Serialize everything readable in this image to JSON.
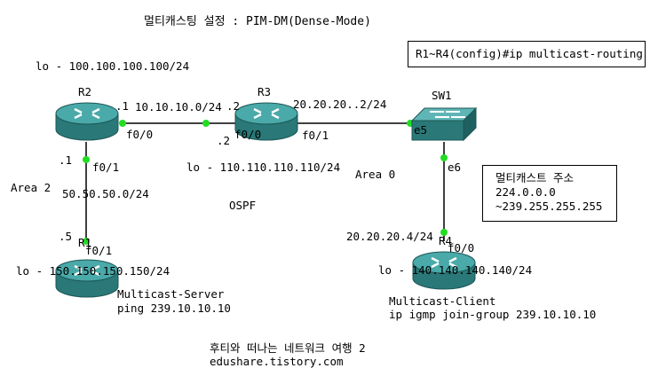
{
  "title": "멀티캐스팅 설정 : PIM-DM(Dense-Mode)",
  "config_note": "R1~R4(config)#ip multicast-routing",
  "multicast_box": {
    "l1": "멀티캐스트 주소",
    "l2": "224.0.0.0",
    "l3": "~239.255.255.255"
  },
  "routers": {
    "r2": {
      "name": "R2",
      "lo": "lo - 100.100.100.100/24"
    },
    "r3": {
      "name": "R3",
      "lo": "lo - 110.110.110.110/24"
    },
    "r1": {
      "name": "R1",
      "lo": "lo - 150.150.150.150/24",
      "role": "Multicast-Server",
      "cmd": "ping 239.10.10.10"
    },
    "r4": {
      "name": "R4",
      "lo": "lo - 140.140.140.140/24",
      "role": "Multicast-Client",
      "cmd": "ip igmp join-group 239.10.10.10"
    }
  },
  "switch": {
    "name": "SW1",
    "e5": "e5",
    "e6": "e6"
  },
  "links": {
    "n1": "10.10.10.0/24",
    "n2": "20.20.20..2/24",
    "n3": "50.50.50.0/24",
    "n4": "20.20.20.4/24"
  },
  "ports": {
    "r2_f00": "f0/0",
    "r2_f01": "f0/1",
    "r2_dot1a": ".1",
    "r2_dot1b": ".1",
    "r3_f00": "f0/0",
    "r3_f01": "f0/1",
    "r3_dot2a": ".2",
    "r3_dot2b": ".2",
    "r1_f01": "f0/1",
    "r1_dot5": ".5",
    "r4_f00": "f0/0"
  },
  "areas": {
    "a0": "Area 0",
    "a2": "Area 2",
    "ospf": "OSPF"
  },
  "footer": {
    "l1": "후티와 떠나는 네트워크 여행 2",
    "l2": "edushare.tistory.com"
  },
  "colors": {
    "router_top": "#3f9f9f",
    "router_body": "#2a7878",
    "link_dot": "#22dd22"
  }
}
